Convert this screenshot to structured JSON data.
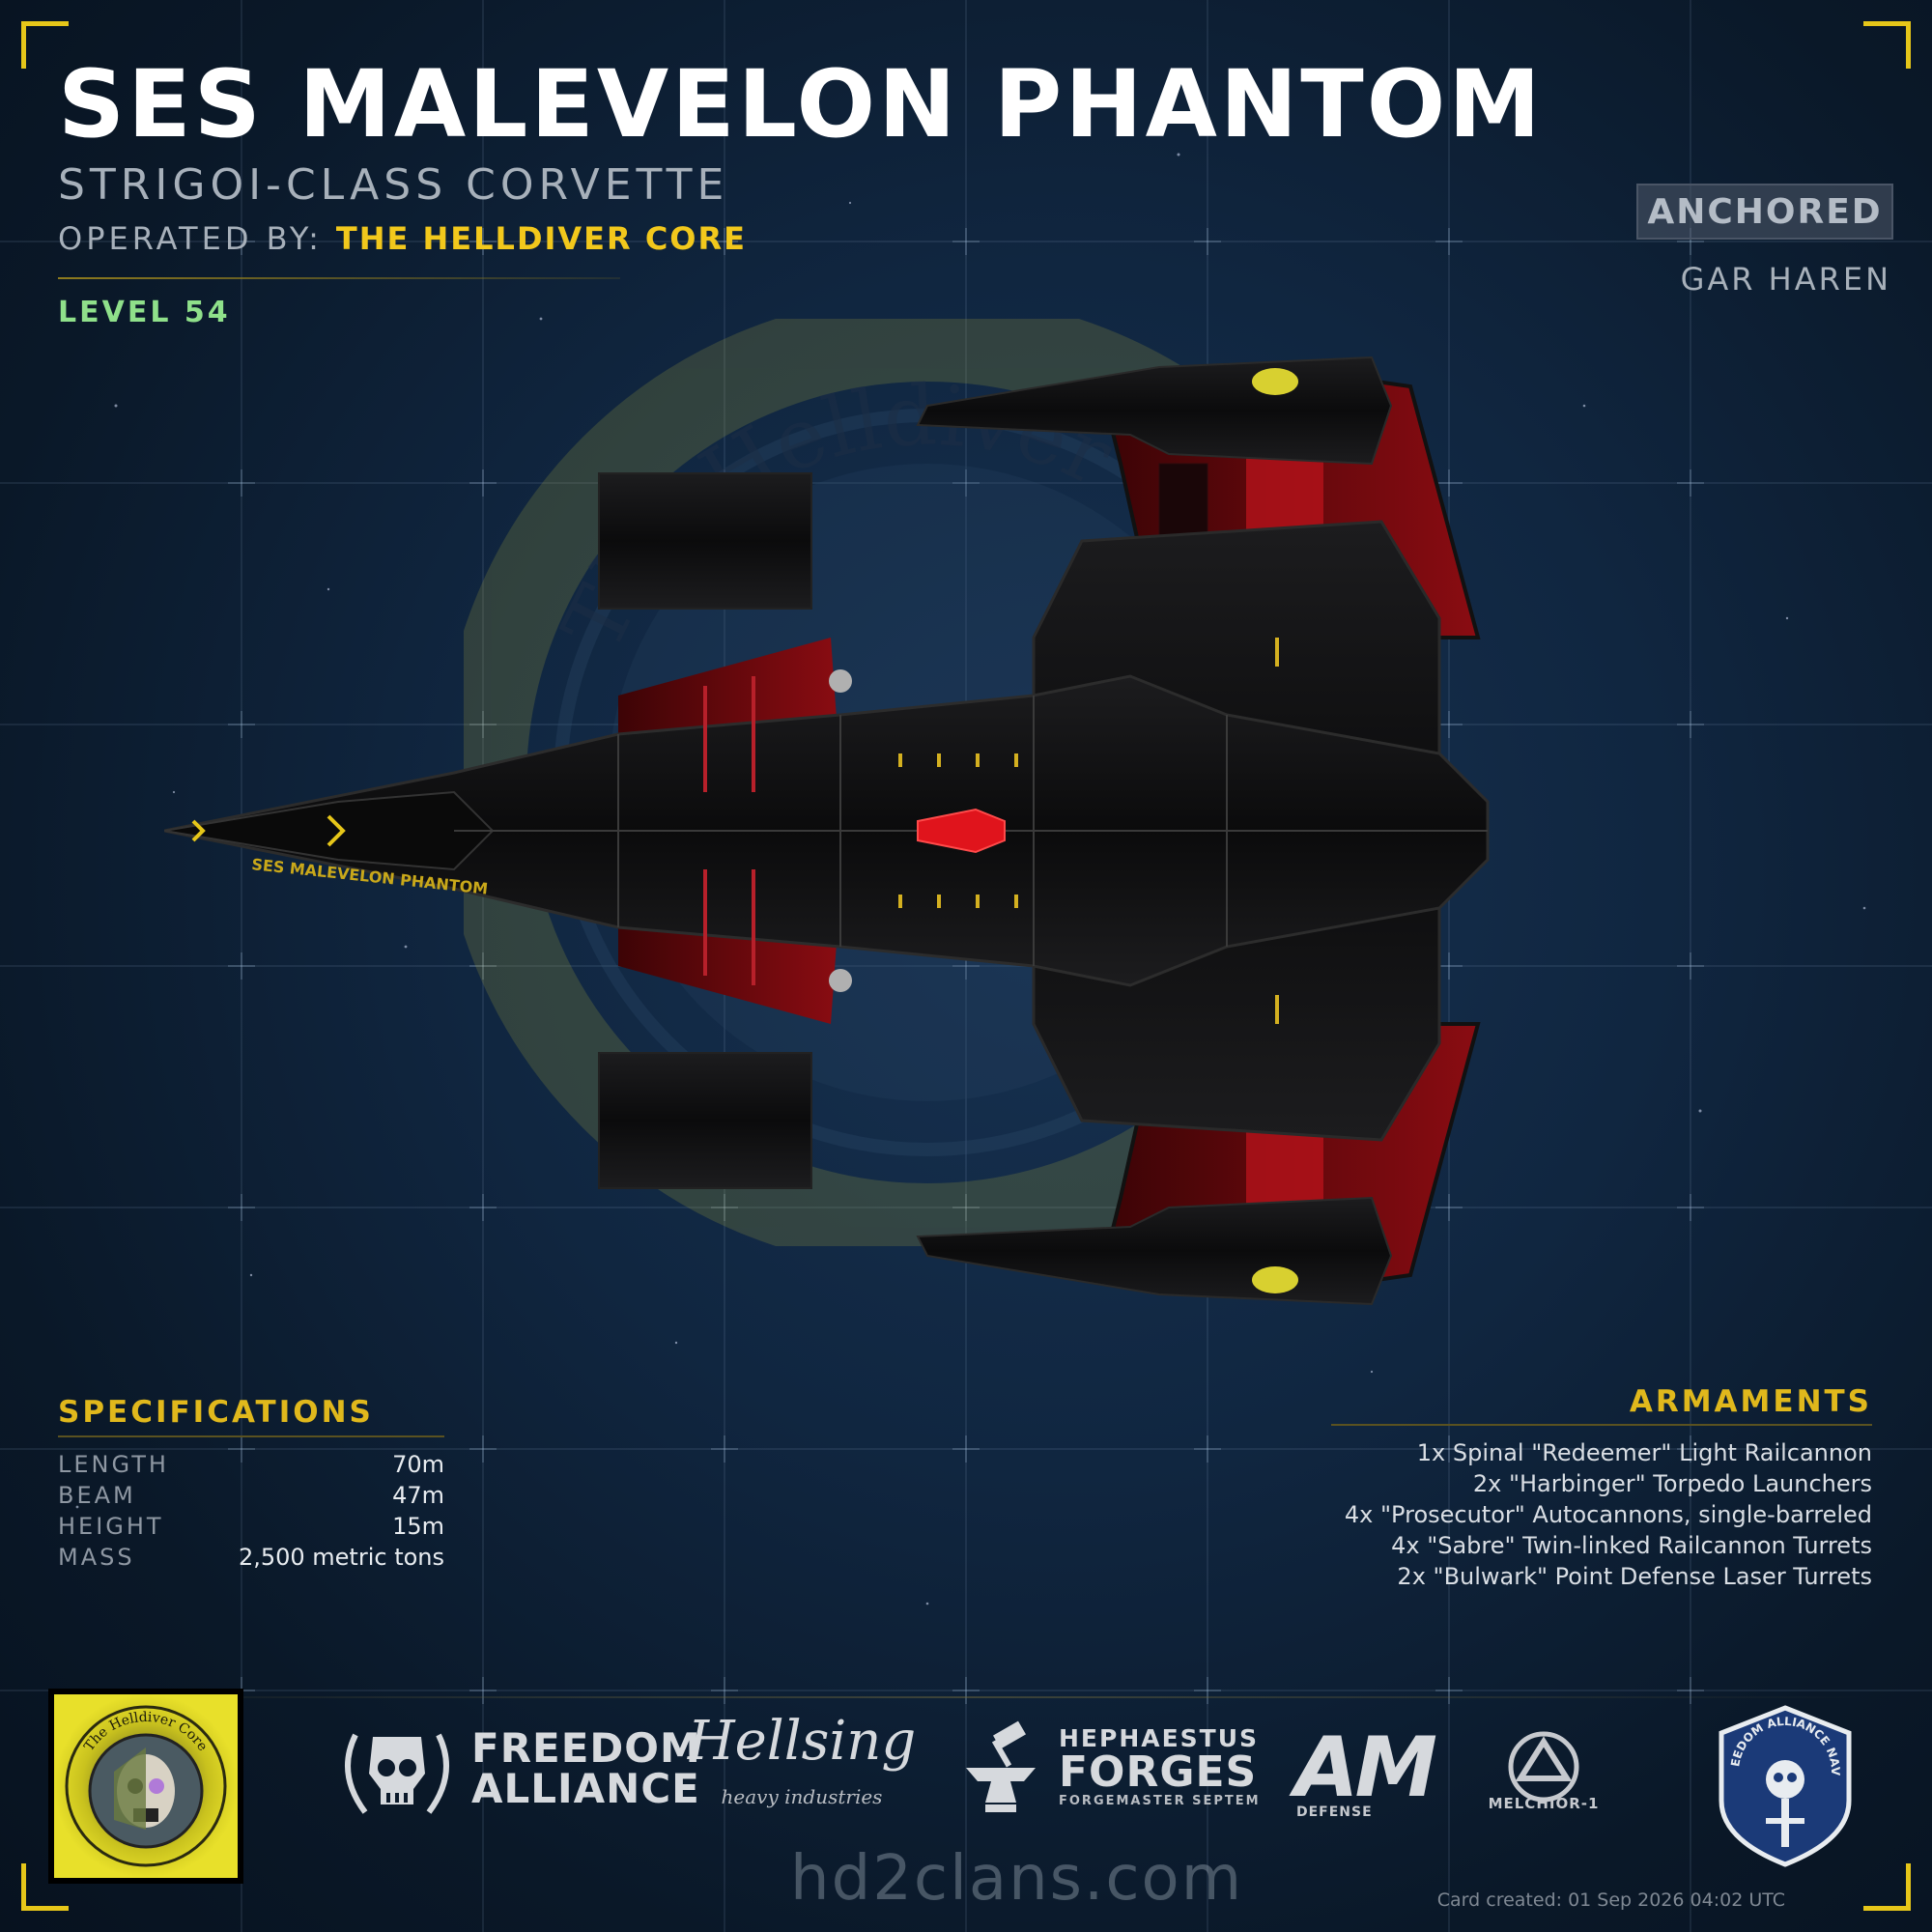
{
  "ship": {
    "name": "SES MALEVELON PHANTOM",
    "class": "STRIGOI-CLASS CORVETTE",
    "operated_label": "OPERATED BY:",
    "operator": "THE HELLDIVER CORE",
    "level": "LEVEL 54",
    "hull_text": "SES MALEVELON PHANTOM"
  },
  "status": {
    "badge": "ANCHORED",
    "location": "GAR HAREN"
  },
  "emblem": {
    "text_top": "The Helldiver Core"
  },
  "specifications": {
    "title": "SPECIFICATIONS",
    "rows": [
      {
        "label": "LENGTH",
        "value": "70m"
      },
      {
        "label": "BEAM",
        "value": "47m"
      },
      {
        "label": "HEIGHT",
        "value": "15m"
      },
      {
        "label": "MASS",
        "value": "2,500 metric tons"
      }
    ]
  },
  "armaments": {
    "title": "ARMAMENTS",
    "items": [
      "1x Spinal \"Redeemer\" Light Railcannon",
      "2x \"Harbinger\" Torpedo Launchers",
      "4x \"Prosecutor\" Autocannons, single-barreled",
      "4x \"Sabre\" Twin-linked Railcannon Turrets",
      "2x \"Bulwark\" Point Defense Laser Turrets"
    ]
  },
  "footer": {
    "clan_logo_text": "The Helldiver Core",
    "partners": {
      "freedom_alliance": [
        "FREEDOM",
        "ALLIANCE"
      ],
      "hellsing": {
        "main": "Hellsing",
        "sub": "heavy industries"
      },
      "hephaestus": {
        "line1": "HEPHAESTUS",
        "line2": "FORGES",
        "line3": "FORGEMASTER SEPTEM"
      },
      "am": {
        "main": "AM",
        "sub": "DEFENSE"
      },
      "melchior": "MELCHIOR-1",
      "navy": "FREEDOM ALLIANCE NAVY"
    },
    "site": "hd2clans.com",
    "created": "Card created: 01 Sep 2026 04:02 UTC"
  },
  "colors": {
    "accent_yellow": "#f2c81c",
    "level_green": "#8fe08a",
    "ship_red": "#7a0a10",
    "background": "#0c1a2b"
  },
  "icons": [
    "skull-wreath-icon",
    "anvil-hammer-icon",
    "melchior-circle-icon",
    "navy-shield-icon"
  ]
}
